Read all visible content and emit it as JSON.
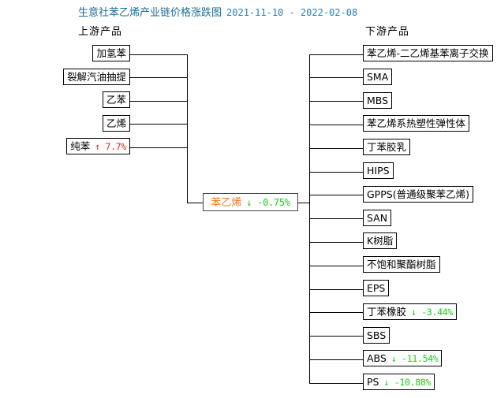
{
  "header": {
    "title": "生意社苯乙烯产业链价格涨跌图",
    "date_range": "2021-11-10 - 2022-02-08",
    "upstream_label": "上游产品",
    "downstream_label": "下游产品"
  },
  "colors": {
    "title": "#1b6e99",
    "rise": "#e8221f",
    "fall": "#17d017",
    "center_node_text": "#f07820",
    "line": "#000000",
    "box_border": "#000000",
    "background": "#ffffff"
  },
  "center": {
    "name": "苯乙烯",
    "change": "↓ -0.75%",
    "direction": "down"
  },
  "upstream": [
    {
      "name": "加氢苯",
      "change": "",
      "direction": "none"
    },
    {
      "name": "裂解汽油抽提",
      "change": "",
      "direction": "none"
    },
    {
      "name": "乙苯",
      "change": "",
      "direction": "none"
    },
    {
      "name": "乙烯",
      "change": "",
      "direction": "none"
    },
    {
      "name": "纯苯",
      "change": "↑ 7.7%",
      "direction": "up"
    }
  ],
  "downstream": [
    {
      "name": "苯乙烯-二乙烯基苯离子交换",
      "change": "",
      "direction": "none"
    },
    {
      "name": "SMA",
      "change": "",
      "direction": "none"
    },
    {
      "name": "MBS",
      "change": "",
      "direction": "none"
    },
    {
      "name": "苯乙烯系热塑性弹性体",
      "change": "",
      "direction": "none"
    },
    {
      "name": "丁苯胶乳",
      "change": "",
      "direction": "none"
    },
    {
      "name": "HIPS",
      "change": "",
      "direction": "none"
    },
    {
      "name": "GPPS(普通级聚苯乙烯)",
      "change": "",
      "direction": "none"
    },
    {
      "name": "SAN",
      "change": "",
      "direction": "none"
    },
    {
      "name": "K树脂",
      "change": "",
      "direction": "none"
    },
    {
      "name": "不饱和聚酯树脂",
      "change": "",
      "direction": "none"
    },
    {
      "name": "EPS",
      "change": "",
      "direction": "none"
    },
    {
      "name": "丁苯橡胶",
      "change": "↓ -3.44%",
      "direction": "down"
    },
    {
      "name": "SBS",
      "change": "",
      "direction": "none"
    },
    {
      "name": "ABS",
      "change": "↓ -11.54%",
      "direction": "down"
    },
    {
      "name": "PS",
      "change": "↓ -10.88%",
      "direction": "down"
    }
  ],
  "chart_data": {
    "type": "diagram",
    "title": "生意社苯乙烯产业链价格涨跌图",
    "subtitle": "2021-11-10 - 2022-02-08",
    "center_node": {
      "label": "苯乙烯",
      "value": -0.75,
      "unit": "%"
    },
    "upstream_nodes": [
      {
        "label": "加氢苯",
        "value": null
      },
      {
        "label": "裂解汽油抽提",
        "value": null
      },
      {
        "label": "乙苯",
        "value": null
      },
      {
        "label": "乙烯",
        "value": null
      },
      {
        "label": "纯苯",
        "value": 7.7
      }
    ],
    "downstream_nodes": [
      {
        "label": "苯乙烯-二乙烯基苯离子交换",
        "value": null
      },
      {
        "label": "SMA",
        "value": null
      },
      {
        "label": "MBS",
        "value": null
      },
      {
        "label": "苯乙烯系热塑性弹性体",
        "value": null
      },
      {
        "label": "丁苯胶乳",
        "value": null
      },
      {
        "label": "HIPS",
        "value": null
      },
      {
        "label": "GPPS(普通级聚苯乙烯)",
        "value": null
      },
      {
        "label": "SAN",
        "value": null
      },
      {
        "label": "K树脂",
        "value": null
      },
      {
        "label": "不饱和聚酯树脂",
        "value": null
      },
      {
        "label": "EPS",
        "value": null
      },
      {
        "label": "丁苯橡胶",
        "value": -3.44
      },
      {
        "label": "SBS",
        "value": null
      },
      {
        "label": "ABS",
        "value": -11.54
      },
      {
        "label": "PS",
        "value": -10.88
      }
    ],
    "unit": "%",
    "legend": [
      "上游产品",
      "下游产品"
    ]
  }
}
